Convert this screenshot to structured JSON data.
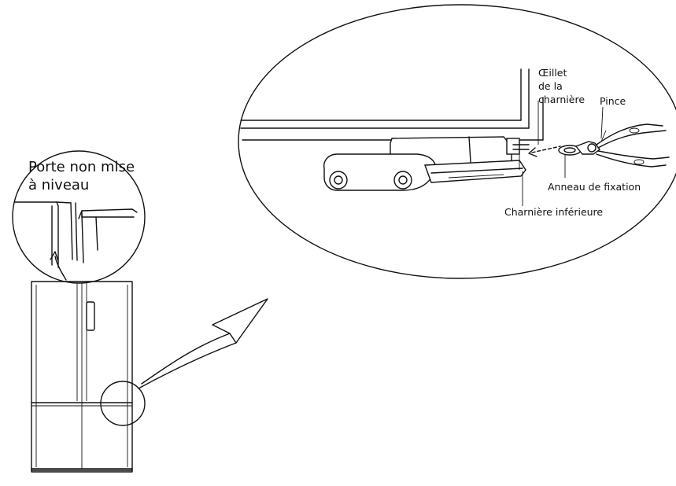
{
  "labels": {
    "door_not_level_line1": "Porte non mise",
    "door_not_level_line2": "à niveau",
    "hinge_eyelet_line1": "Œillet",
    "hinge_eyelet_line2": "de la",
    "hinge_eyelet_line3": "charnière",
    "pliers": "Pince",
    "retaining_ring": "Anneau de fixation",
    "lower_hinge": "Charnière inférieure"
  },
  "colors": {
    "line": "#111111",
    "background": "#ffffff"
  }
}
